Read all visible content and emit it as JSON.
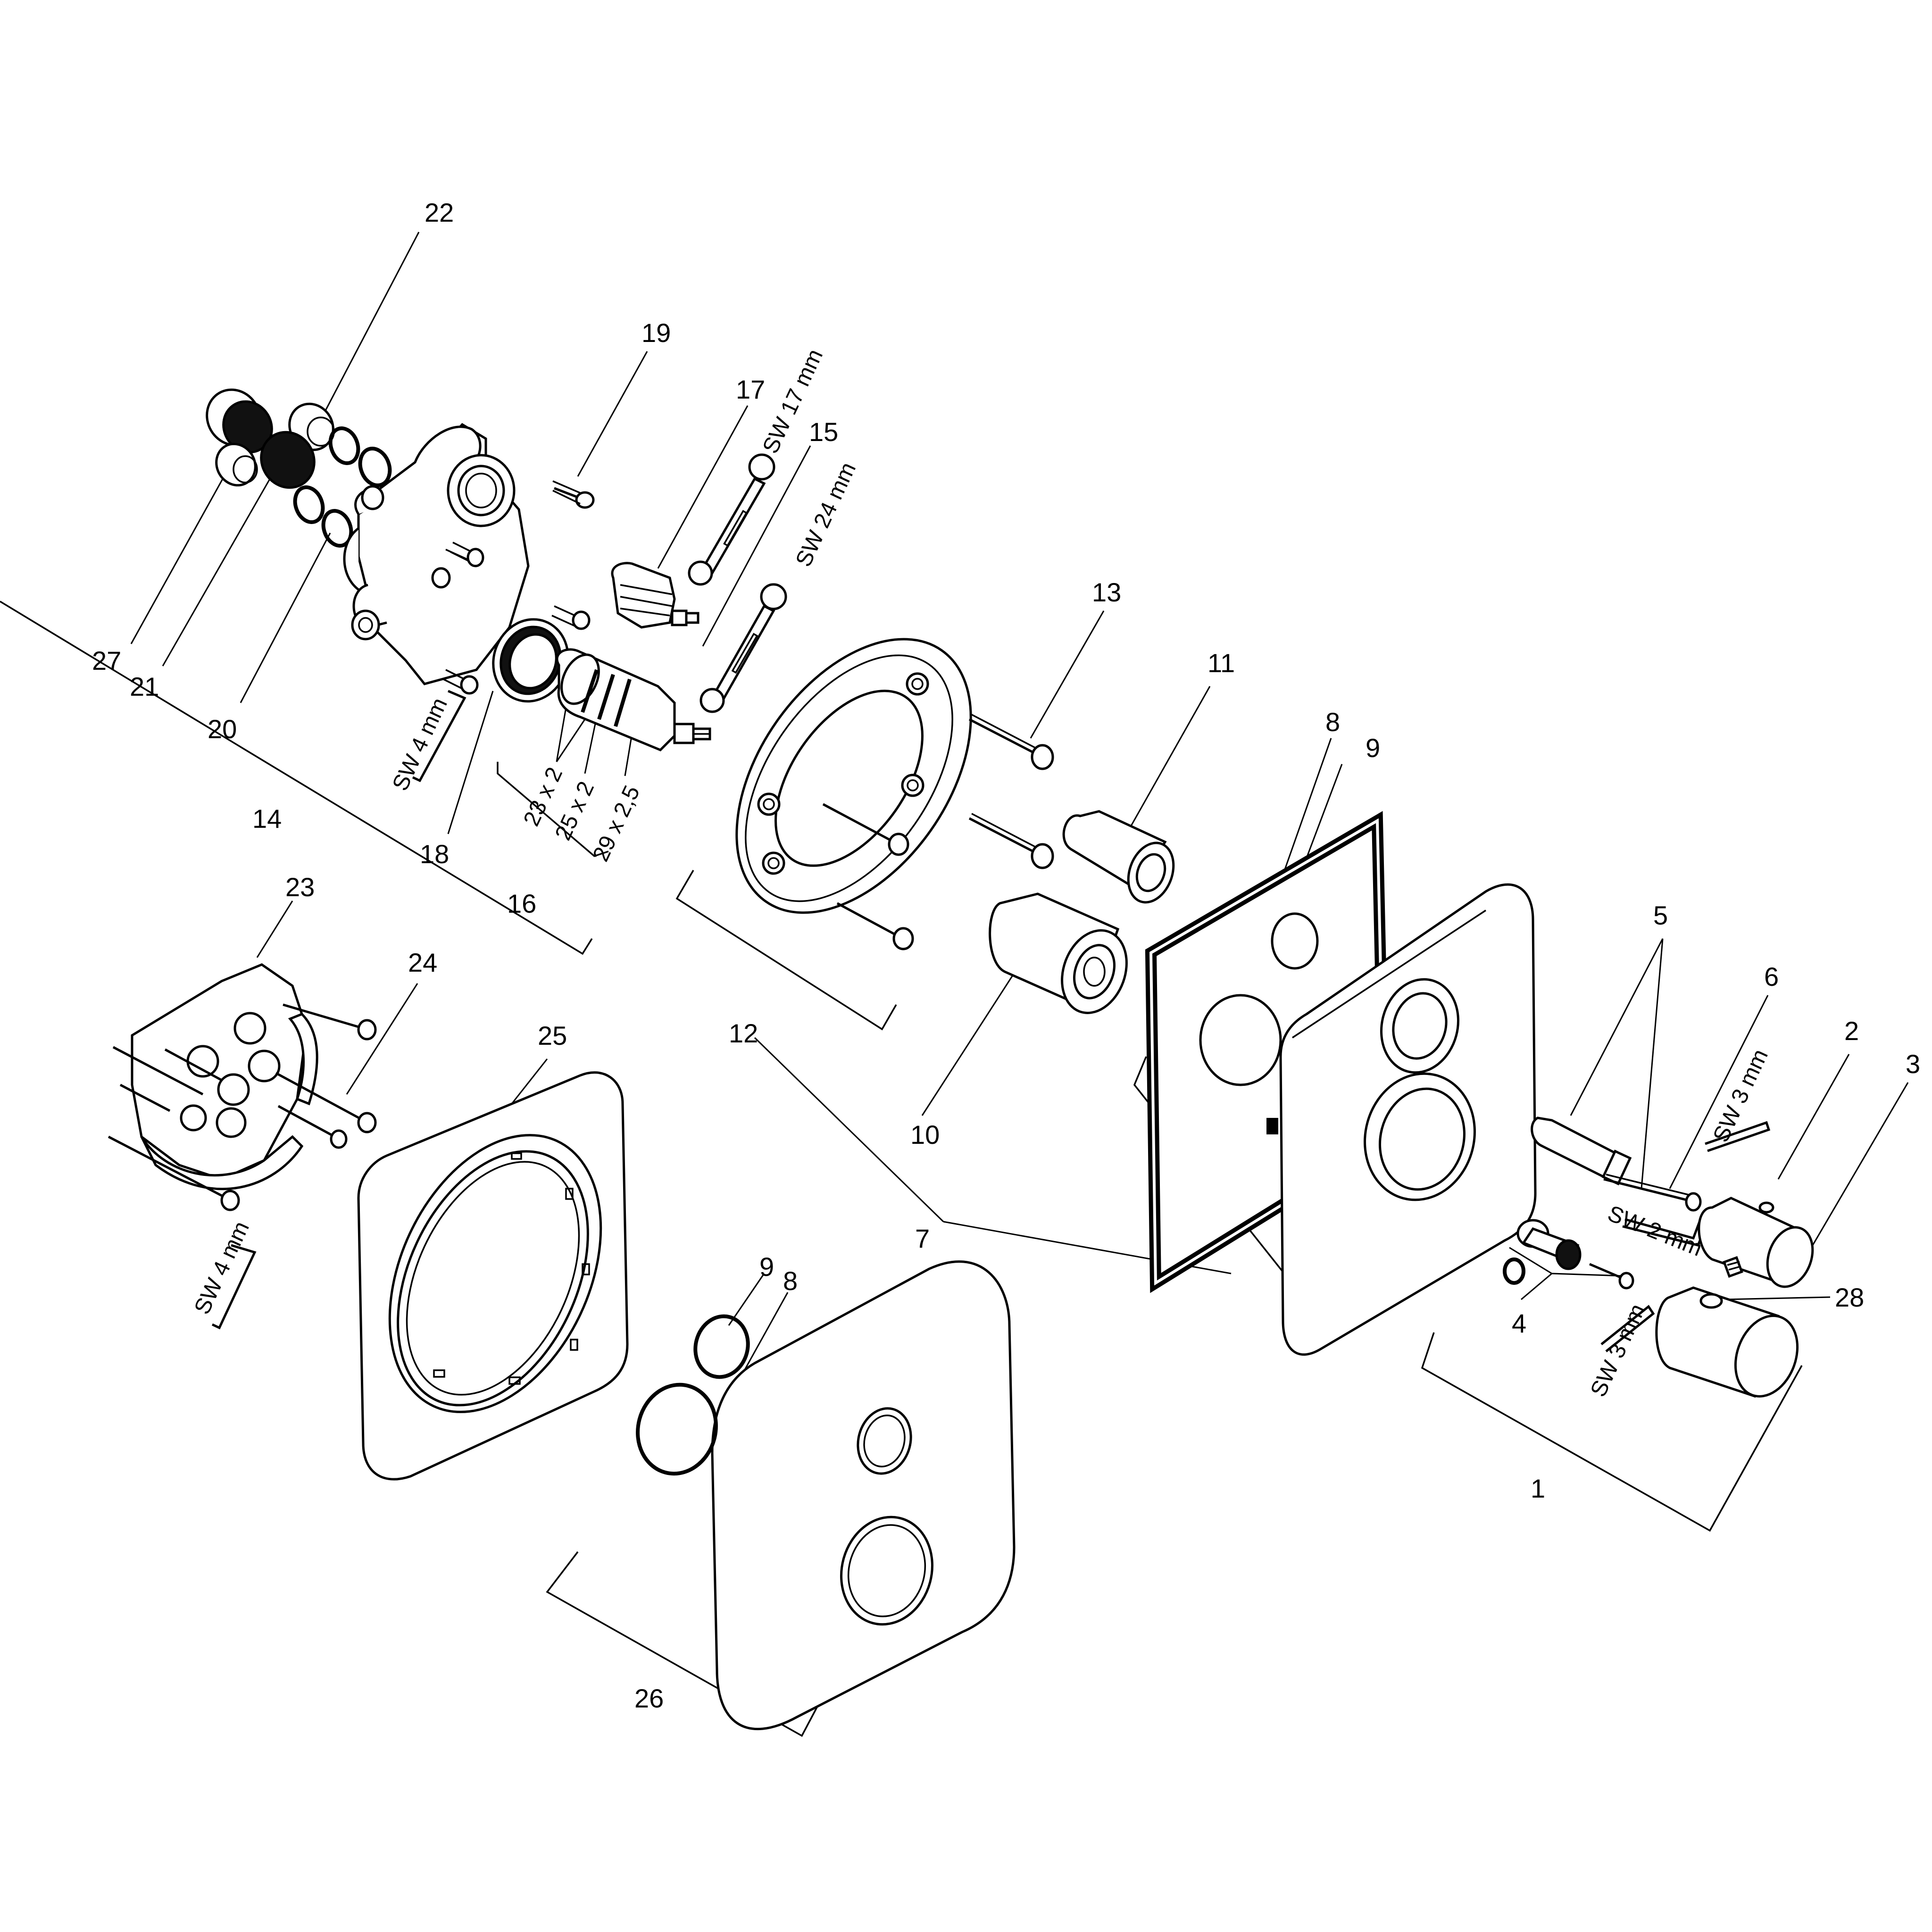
{
  "part_labels": {
    "p1": "1",
    "p2": "2",
    "p3": "3",
    "p4": "4",
    "p5": "5",
    "p6": "6",
    "p7": "7",
    "p8a": "8",
    "p8b": "8",
    "p9a": "9",
    "p9b": "9",
    "p10": "10",
    "p11": "11",
    "p12": "12",
    "p13": "13",
    "p14": "14",
    "p15": "15",
    "p16": "16",
    "p17": "17",
    "p18": "18",
    "p19": "19",
    "p20": "20",
    "p21": "21",
    "p22": "22",
    "p23": "23",
    "p24": "24",
    "p25": "25",
    "p26": "26",
    "p27": "27",
    "p28": "28"
  },
  "oring_sizes": [
    "23 x 2",
    "25 x 2",
    "29 x 2,5"
  ],
  "tool_labels": {
    "sw17": "SW 17 mm",
    "sw24": "SW 24 mm",
    "sw4a": "SW 4 mm",
    "sw4b": "SW 4 mm",
    "sw3a": "SW 3 mm",
    "sw2": "SW 2 mm",
    "sw3b": "SW 3 mm"
  }
}
